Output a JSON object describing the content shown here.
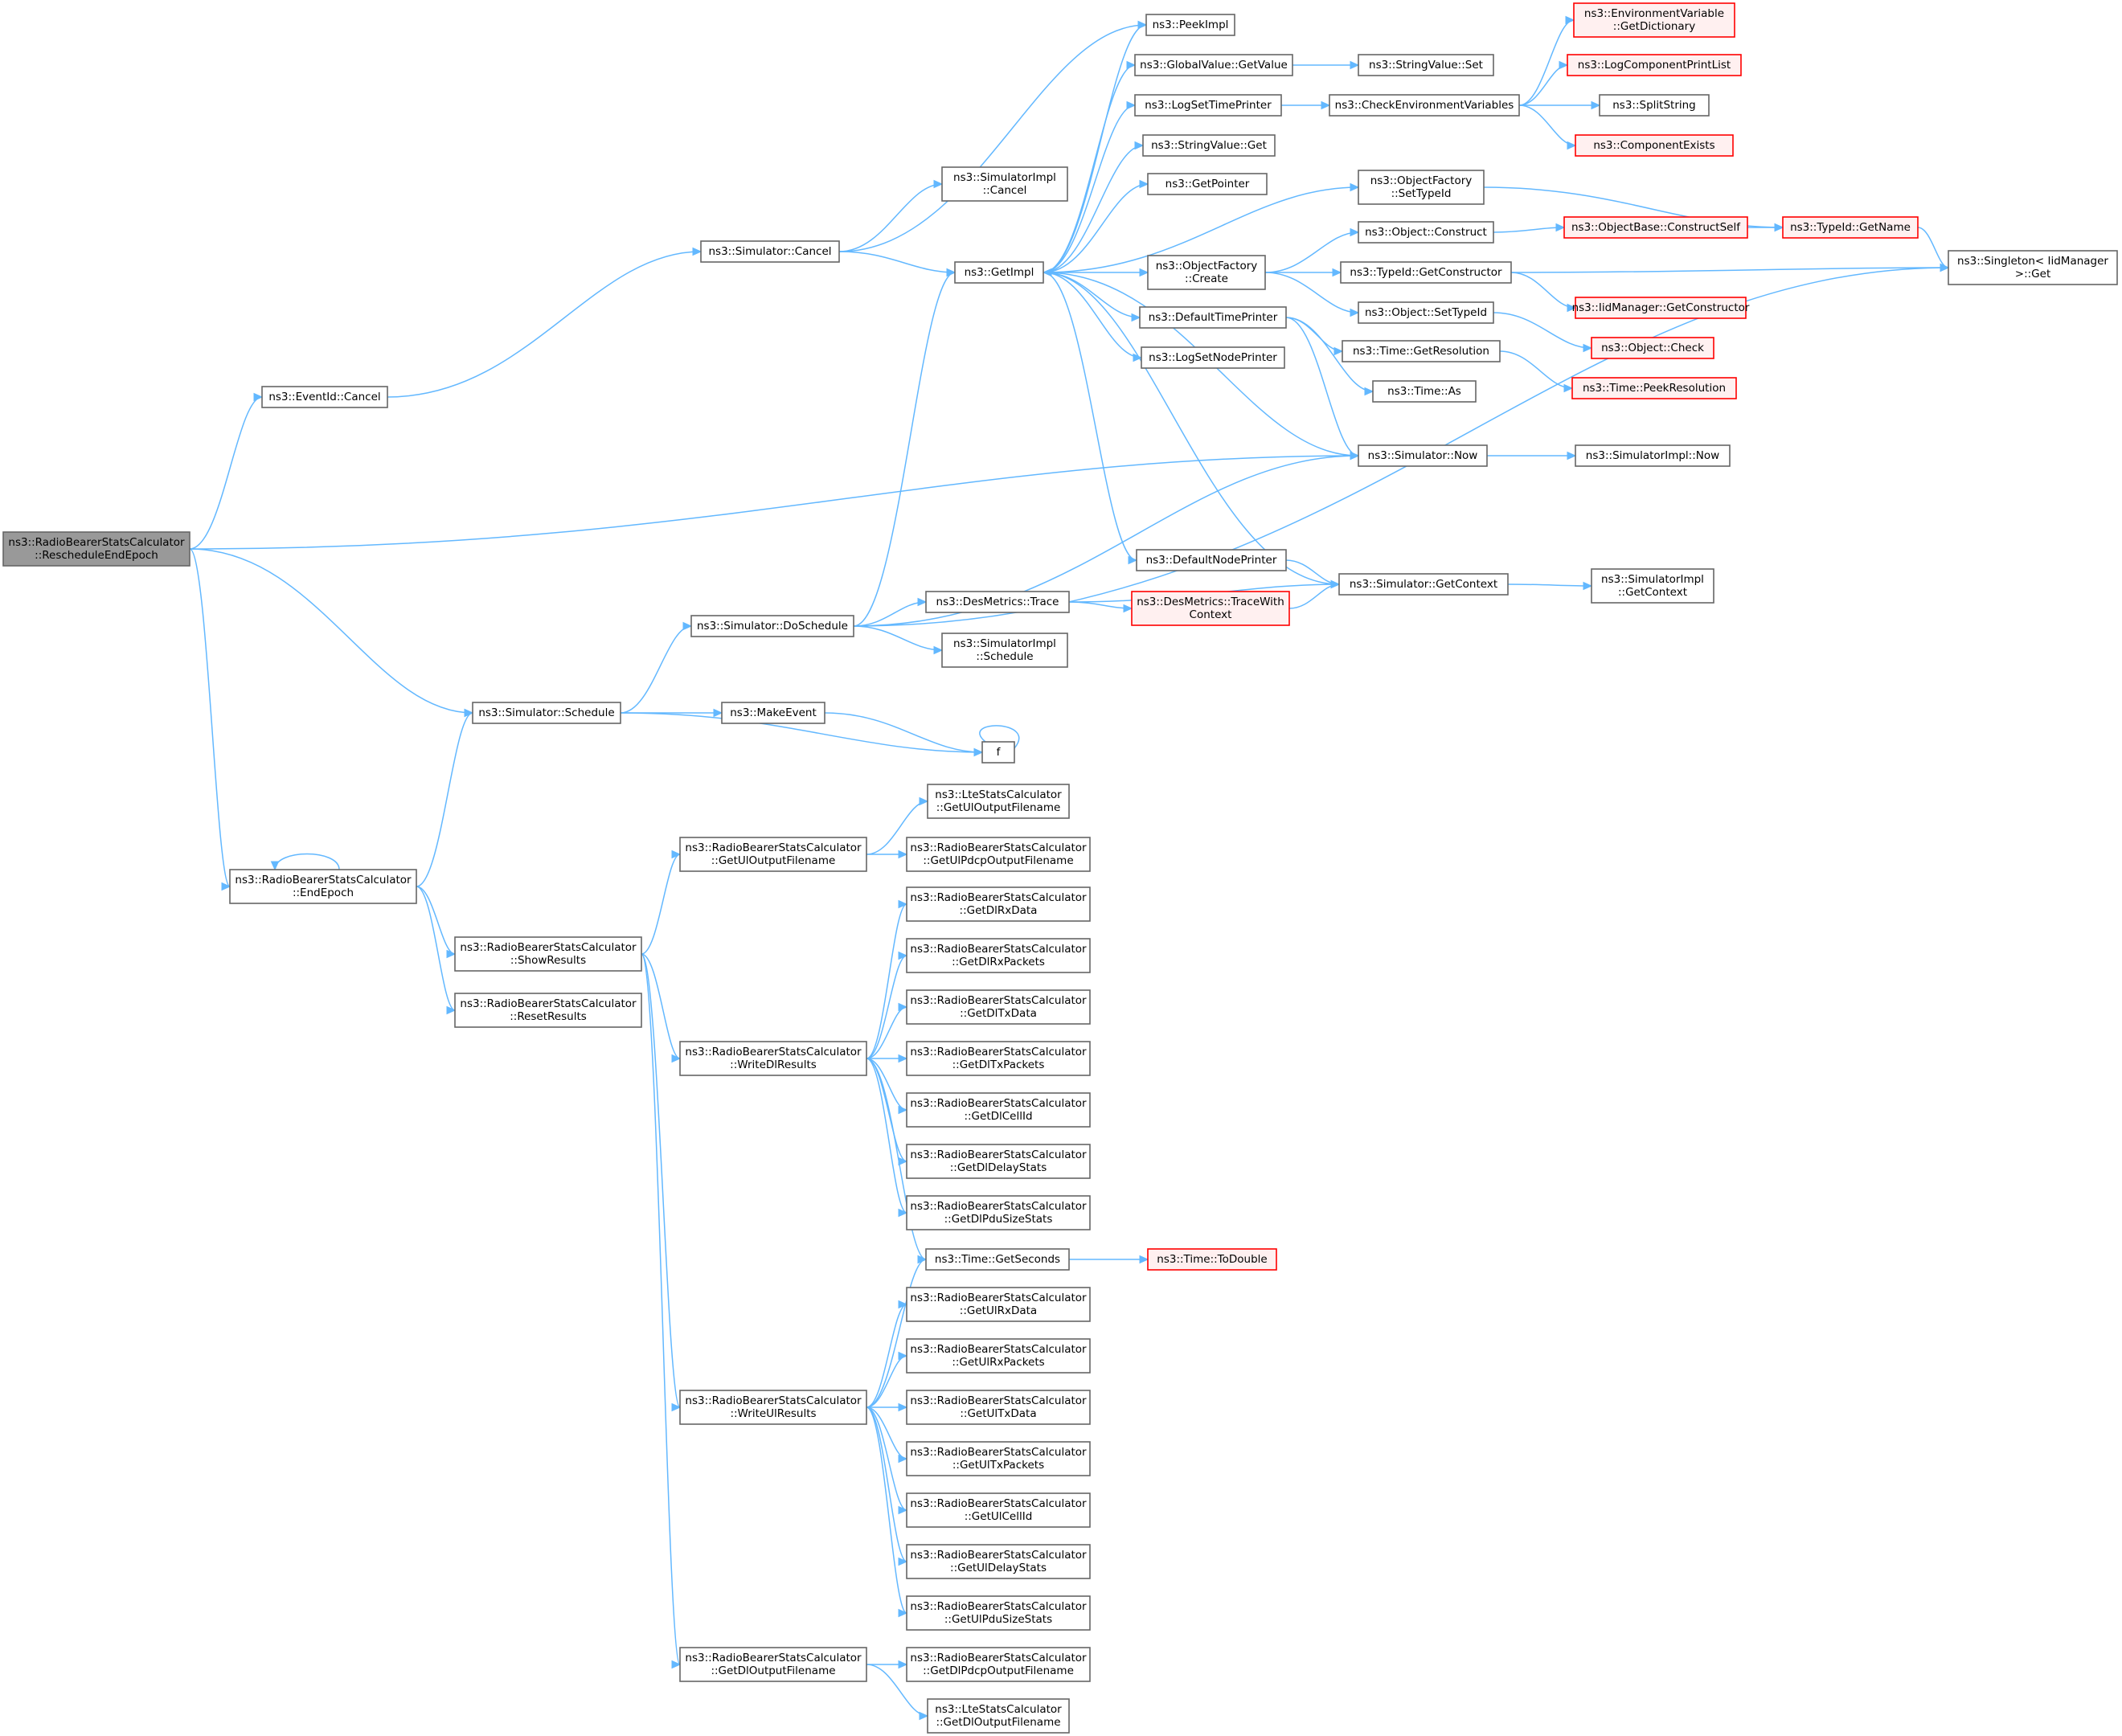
{
  "colors": {
    "edge": "#63b8ff",
    "node_border": "#666666",
    "root_fill": "#999999",
    "truncated_border": "#ff0000",
    "truncated_fill": "#fff0f0",
    "background": "#ffffff"
  },
  "nodes": [
    {
      "id": "root",
      "lines": [
        "ns3::RadioBearerStatsCalculator",
        "::RescheduleEndEpoch"
      ],
      "style": "root"
    },
    {
      "id": "eventid_cancel",
      "lines": [
        "ns3::EventId::Cancel"
      ]
    },
    {
      "id": "sim_cancel",
      "lines": [
        "ns3::Simulator::Cancel"
      ]
    },
    {
      "id": "simimpl_cancel",
      "lines": [
        "ns3::SimulatorImpl",
        "::Cancel"
      ]
    },
    {
      "id": "getimpl",
      "lines": [
        "ns3::GetImpl"
      ]
    },
    {
      "id": "peekimpl",
      "lines": [
        "ns3::PeekImpl"
      ]
    },
    {
      "id": "gv_getvalue",
      "lines": [
        "ns3::GlobalValue::GetValue"
      ]
    },
    {
      "id": "strval_set",
      "lines": [
        "ns3::StringValue::Set"
      ]
    },
    {
      "id": "logsettimeprinter",
      "lines": [
        "ns3::LogSetTimePrinter"
      ]
    },
    {
      "id": "checkenv",
      "lines": [
        "ns3::CheckEnvironmentVariables"
      ]
    },
    {
      "id": "envvar_getdict",
      "lines": [
        "ns3::EnvironmentVariable",
        "::GetDictionary"
      ],
      "style": "trunc"
    },
    {
      "id": "logcomp_printlist",
      "lines": [
        "ns3::LogComponentPrintList"
      ],
      "style": "trunc"
    },
    {
      "id": "splitstring",
      "lines": [
        "ns3::SplitString"
      ]
    },
    {
      "id": "compexists",
      "lines": [
        "ns3::ComponentExists"
      ],
      "style": "trunc"
    },
    {
      "id": "strval_get",
      "lines": [
        "ns3::StringValue::Get"
      ]
    },
    {
      "id": "getpointer",
      "lines": [
        "ns3::GetPointer"
      ]
    },
    {
      "id": "of_settypeid",
      "lines": [
        "ns3::ObjectFactory",
        "::SetTypeId"
      ]
    },
    {
      "id": "typeid_getname",
      "lines": [
        "ns3::TypeId::GetName"
      ],
      "style": "trunc"
    },
    {
      "id": "singleton_get",
      "lines": [
        "ns3::Singleton< IidManager",
        " >::Get"
      ]
    },
    {
      "id": "of_create",
      "lines": [
        "ns3::ObjectFactory",
        "::Create"
      ]
    },
    {
      "id": "obj_construct",
      "lines": [
        "ns3::Object::Construct"
      ]
    },
    {
      "id": "objbase_constructself",
      "lines": [
        "ns3::ObjectBase::ConstructSelf"
      ],
      "style": "trunc"
    },
    {
      "id": "typeid_getconstructor",
      "lines": [
        "ns3::TypeId::GetConstructor"
      ]
    },
    {
      "id": "iidmgr_getconstructor",
      "lines": [
        "ns3::IidManager::GetConstructor"
      ],
      "style": "trunc"
    },
    {
      "id": "obj_settypeid",
      "lines": [
        "ns3::Object::SetTypeId"
      ]
    },
    {
      "id": "obj_check",
      "lines": [
        "ns3::Object::Check"
      ],
      "style": "trunc"
    },
    {
      "id": "defaulttimeprinter",
      "lines": [
        "ns3::DefaultTimePrinter"
      ]
    },
    {
      "id": "time_getresolution",
      "lines": [
        "ns3::Time::GetResolution"
      ]
    },
    {
      "id": "time_peekresolution",
      "lines": [
        "ns3::Time::PeekResolution"
      ],
      "style": "trunc"
    },
    {
      "id": "time_as",
      "lines": [
        "ns3::Time::As"
      ]
    },
    {
      "id": "logsetnodeprinter",
      "lines": [
        "ns3::LogSetNodePrinter"
      ]
    },
    {
      "id": "sim_now",
      "lines": [
        "ns3::Simulator::Now"
      ]
    },
    {
      "id": "simimpl_now",
      "lines": [
        "ns3::SimulatorImpl::Now"
      ]
    },
    {
      "id": "defaultnodeprinter",
      "lines": [
        "ns3::DefaultNodePrinter"
      ]
    },
    {
      "id": "sim_getcontext",
      "lines": [
        "ns3::Simulator::GetContext"
      ]
    },
    {
      "id": "simimpl_getcontext",
      "lines": [
        "ns3::SimulatorImpl",
        "::GetContext"
      ]
    },
    {
      "id": "desmetrics_trace",
      "lines": [
        "ns3::DesMetrics::Trace"
      ]
    },
    {
      "id": "desmetrics_tracewithcontext",
      "lines": [
        "ns3::DesMetrics::TraceWith",
        "Context"
      ],
      "style": "trunc"
    },
    {
      "id": "sim_doschedule",
      "lines": [
        "ns3::Simulator::DoSchedule"
      ]
    },
    {
      "id": "simimpl_schedule",
      "lines": [
        "ns3::SimulatorImpl",
        "::Schedule"
      ]
    },
    {
      "id": "sim_schedule",
      "lines": [
        "ns3::Simulator::Schedule"
      ]
    },
    {
      "id": "makeevent",
      "lines": [
        "ns3::MakeEvent"
      ]
    },
    {
      "id": "f",
      "lines": [
        "f"
      ]
    },
    {
      "id": "endepoch",
      "lines": [
        "ns3::RadioBearerStatsCalculator",
        "::EndEpoch"
      ]
    },
    {
      "id": "showresults",
      "lines": [
        "ns3::RadioBearerStatsCalculator",
        "::ShowResults"
      ]
    },
    {
      "id": "resetresults",
      "lines": [
        "ns3::RadioBearerStatsCalculator",
        "::ResetResults"
      ]
    },
    {
      "id": "getuloutputfilename",
      "lines": [
        "ns3::RadioBearerStatsCalculator",
        "::GetUlOutputFilename"
      ]
    },
    {
      "id": "lte_getuloutputfilename",
      "lines": [
        "ns3::LteStatsCalculator",
        "::GetUlOutputFilename"
      ]
    },
    {
      "id": "getulpdcpoutputfilename",
      "lines": [
        "ns3::RadioBearerStatsCalculator",
        "::GetUlPdcpOutputFilename"
      ]
    },
    {
      "id": "writedlresults",
      "lines": [
        "ns3::RadioBearerStatsCalculator",
        "::WriteDlResults"
      ]
    },
    {
      "id": "getdlrxdata",
      "lines": [
        "ns3::RadioBearerStatsCalculator",
        "::GetDlRxData"
      ]
    },
    {
      "id": "getdlrxpackets",
      "lines": [
        "ns3::RadioBearerStatsCalculator",
        "::GetDlRxPackets"
      ]
    },
    {
      "id": "getdltxdata",
      "lines": [
        "ns3::RadioBearerStatsCalculator",
        "::GetDlTxData"
      ]
    },
    {
      "id": "getdltxpackets",
      "lines": [
        "ns3::RadioBearerStatsCalculator",
        "::GetDlTxPackets"
      ]
    },
    {
      "id": "getdlcellid",
      "lines": [
        "ns3::RadioBearerStatsCalculator",
        "::GetDlCellId"
      ]
    },
    {
      "id": "getdldelaystats",
      "lines": [
        "ns3::RadioBearerStatsCalculator",
        "::GetDlDelayStats"
      ]
    },
    {
      "id": "getdlpdusizestats",
      "lines": [
        "ns3::RadioBearerStatsCalculator",
        "::GetDlPduSizeStats"
      ]
    },
    {
      "id": "time_getseconds",
      "lines": [
        "ns3::Time::GetSeconds"
      ]
    },
    {
      "id": "time_todouble",
      "lines": [
        "ns3::Time::ToDouble"
      ],
      "style": "trunc"
    },
    {
      "id": "getulrxdata",
      "lines": [
        "ns3::RadioBearerStatsCalculator",
        "::GetUlRxData"
      ]
    },
    {
      "id": "getulrxpackets",
      "lines": [
        "ns3::RadioBearerStatsCalculator",
        "::GetUlRxPackets"
      ]
    },
    {
      "id": "writeulresults",
      "lines": [
        "ns3::RadioBearerStatsCalculator",
        "::WriteUlResults"
      ]
    },
    {
      "id": "getultxdata",
      "lines": [
        "ns3::RadioBearerStatsCalculator",
        "::GetUlTxData"
      ]
    },
    {
      "id": "getultxpackets",
      "lines": [
        "ns3::RadioBearerStatsCalculator",
        "::GetUlTxPackets"
      ]
    },
    {
      "id": "getulcellid",
      "lines": [
        "ns3::RadioBearerStatsCalculator",
        "::GetUlCellId"
      ]
    },
    {
      "id": "getuldelaystats",
      "lines": [
        "ns3::RadioBearerStatsCalculator",
        "::GetUlDelayStats"
      ]
    },
    {
      "id": "getulpdusizestats",
      "lines": [
        "ns3::RadioBearerStatsCalculator",
        "::GetUlPduSizeStats"
      ]
    },
    {
      "id": "getdloutputfilename",
      "lines": [
        "ns3::RadioBearerStatsCalculator",
        "::GetDlOutputFilename"
      ]
    },
    {
      "id": "getdlpdcpoutputfilename",
      "lines": [
        "ns3::RadioBearerStatsCalculator",
        "::GetDlPdcpOutputFilename"
      ]
    },
    {
      "id": "lte_getdloutputfilename",
      "lines": [
        "ns3::LteStatsCalculator",
        "::GetDlOutputFilename"
      ]
    }
  ],
  "edges": [
    [
      "root",
      "eventid_cancel"
    ],
    [
      "root",
      "sim_now"
    ],
    [
      "root",
      "sim_schedule"
    ],
    [
      "root",
      "endepoch"
    ],
    [
      "eventid_cancel",
      "sim_cancel"
    ],
    [
      "sim_cancel",
      "simimpl_cancel"
    ],
    [
      "sim_cancel",
      "getimpl"
    ],
    [
      "sim_cancel",
      "peekimpl"
    ],
    [
      "getimpl",
      "peekimpl"
    ],
    [
      "getimpl",
      "gv_getvalue"
    ],
    [
      "getimpl",
      "logsettimeprinter"
    ],
    [
      "getimpl",
      "strval_get"
    ],
    [
      "getimpl",
      "getpointer"
    ],
    [
      "getimpl",
      "of_settypeid"
    ],
    [
      "getimpl",
      "of_create"
    ],
    [
      "getimpl",
      "defaulttimeprinter"
    ],
    [
      "getimpl",
      "logsetnodeprinter"
    ],
    [
      "getimpl",
      "sim_now"
    ],
    [
      "getimpl",
      "defaultnodeprinter"
    ],
    [
      "gv_getvalue",
      "strval_set"
    ],
    [
      "logsettimeprinter",
      "checkenv"
    ],
    [
      "checkenv",
      "envvar_getdict"
    ],
    [
      "checkenv",
      "logcomp_printlist"
    ],
    [
      "checkenv",
      "splitstring"
    ],
    [
      "checkenv",
      "compexists"
    ],
    [
      "of_settypeid",
      "typeid_getname"
    ],
    [
      "typeid_getname",
      "singleton_get"
    ],
    [
      "of_create",
      "obj_construct"
    ],
    [
      "of_create",
      "typeid_getconstructor"
    ],
    [
      "of_create",
      "obj_settypeid"
    ],
    [
      "obj_construct",
      "objbase_constructself"
    ],
    [
      "objbase_constructself",
      "typeid_getname"
    ],
    [
      "typeid_getconstructor",
      "singleton_get"
    ],
    [
      "typeid_getconstructor",
      "iidmgr_getconstructor"
    ],
    [
      "obj_settypeid",
      "obj_check"
    ],
    [
      "defaulttimeprinter",
      "time_getresolution"
    ],
    [
      "defaulttimeprinter",
      "time_as"
    ],
    [
      "defaulttimeprinter",
      "sim_now"
    ],
    [
      "time_getresolution",
      "time_peekresolution"
    ],
    [
      "sim_now",
      "simimpl_now"
    ],
    [
      "defaultnodeprinter",
      "sim_getcontext"
    ],
    [
      "sim_getcontext",
      "simimpl_getcontext"
    ],
    [
      "sim_getcontext",
      "getimpl"
    ],
    [
      "desmetrics_trace",
      "desmetrics_tracewithcontext"
    ],
    [
      "desmetrics_trace",
      "sim_getcontext"
    ],
    [
      "desmetrics_tracewithcontext",
      "sim_getcontext"
    ],
    [
      "sim_doschedule",
      "getimpl"
    ],
    [
      "sim_doschedule",
      "sim_now"
    ],
    [
      "sim_doschedule",
      "desmetrics_trace"
    ],
    [
      "sim_doschedule",
      "simimpl_schedule"
    ],
    [
      "sim_doschedule",
      "singleton_get"
    ],
    [
      "sim_schedule",
      "sim_doschedule"
    ],
    [
      "sim_schedule",
      "makeevent"
    ],
    [
      "sim_schedule",
      "f"
    ],
    [
      "makeevent",
      "f"
    ],
    [
      "f",
      "f"
    ],
    [
      "endepoch",
      "sim_schedule"
    ],
    [
      "endepoch",
      "endepoch"
    ],
    [
      "endepoch",
      "showresults"
    ],
    [
      "endepoch",
      "resetresults"
    ],
    [
      "showresults",
      "getuloutputfilename"
    ],
    [
      "showresults",
      "writedlresults"
    ],
    [
      "showresults",
      "writeulresults"
    ],
    [
      "showresults",
      "getdloutputfilename"
    ],
    [
      "getuloutputfilename",
      "lte_getuloutputfilename"
    ],
    [
      "getuloutputfilename",
      "getulpdcpoutputfilename"
    ],
    [
      "writedlresults",
      "getdlrxdata"
    ],
    [
      "writedlresults",
      "getdlrxpackets"
    ],
    [
      "writedlresults",
      "getdltxdata"
    ],
    [
      "writedlresults",
      "getdltxpackets"
    ],
    [
      "writedlresults",
      "getdlcellid"
    ],
    [
      "writedlresults",
      "getdldelaystats"
    ],
    [
      "writedlresults",
      "getdlpdusizestats"
    ],
    [
      "writedlresults",
      "time_getseconds"
    ],
    [
      "time_getseconds",
      "time_todouble"
    ],
    [
      "writeulresults",
      "time_getseconds"
    ],
    [
      "writeulresults",
      "getulrxdata"
    ],
    [
      "writeulresults",
      "getulrxpackets"
    ],
    [
      "writeulresults",
      "getultxdata"
    ],
    [
      "writeulresults",
      "getultxpackets"
    ],
    [
      "writeulresults",
      "getulcellid"
    ],
    [
      "writeulresults",
      "getuldelaystats"
    ],
    [
      "writeulresults",
      "getulpdusizestats"
    ],
    [
      "getdloutputfilename",
      "getdlpdcpoutputfilename"
    ],
    [
      "getdloutputfilename",
      "lte_getdloutputfilename"
    ]
  ]
}
